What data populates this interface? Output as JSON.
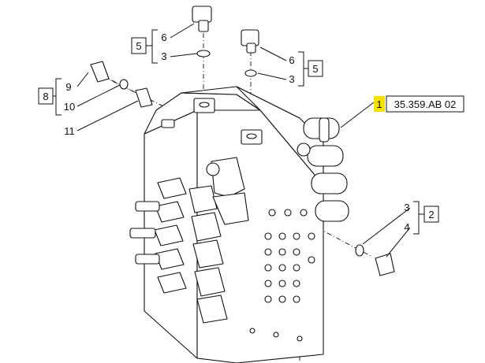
{
  "diagram": {
    "part_number": "1",
    "reference": "35.359.AB 02",
    "highlight_color": "#f5e000",
    "callouts": {
      "group_5_top_left": "5",
      "item_6_top_left": "6",
      "item_3_top_left": "3",
      "group_5_top_right": "5",
      "item_6_top_right": "6",
      "item_3_top_right": "3",
      "group_8": "8",
      "item_9": "9",
      "item_10": "10",
      "item_11": "11",
      "group_2": "2",
      "item_3_right": "3",
      "item_4_right": "4"
    }
  }
}
